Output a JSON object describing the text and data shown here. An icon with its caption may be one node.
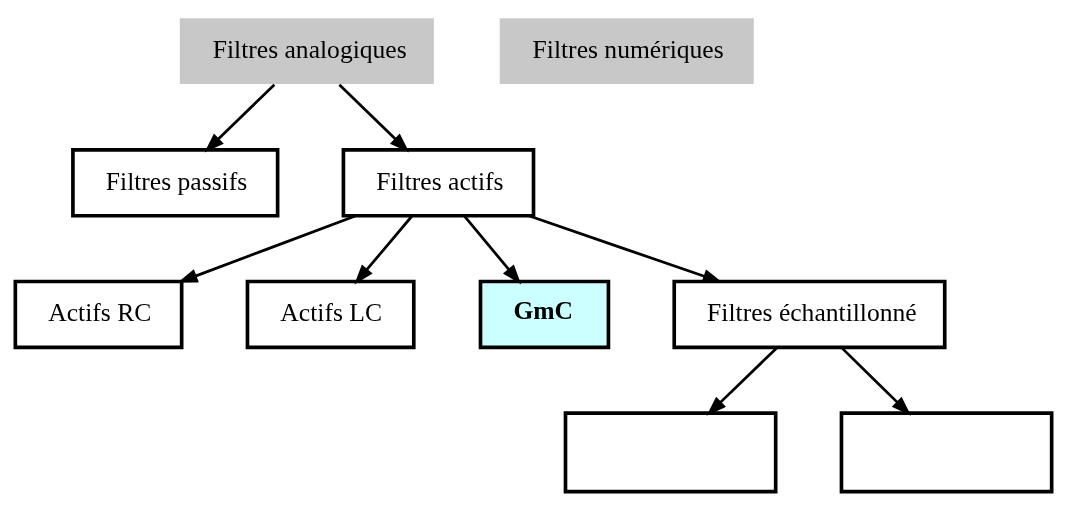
{
  "diagram": {
    "nodes": [
      {
        "text": [
          "Filtres analogiques"
        ]
      },
      {
        "text": [
          "Filtres numériques"
        ]
      },
      {
        "text": [
          "Filtres passifs"
        ]
      },
      {
        "text": [
          "Filtres actifs"
        ]
      },
      {
        "text": [
          "Actifs RC"
        ]
      },
      {
        "text": [
          "Actifs LC"
        ]
      },
      {
        "text": [
          "GmC"
        ]
      },
      {
        "text": [
          "Filtres échantillonné"
        ]
      },
      {
        "text": [],
        "shape": "box"
      },
      {
        "text": [],
        "shape": "box"
      }
    ],
    "edges": [
      {
        "from": 0,
        "to": 2,
        "arrow": "to"
      },
      {
        "from": 0,
        "to": 3,
        "arrow": "to"
      },
      {
        "from": 3,
        "to": 4,
        "arrow": "to"
      },
      {
        "from": 3,
        "to": 5,
        "arrow": "to"
      },
      {
        "from": 3,
        "to": 6,
        "arrow": "to"
      },
      {
        "from": 3,
        "to": 7,
        "arrow": "to"
      },
      {
        "from": 7,
        "to": 8,
        "arrow": "to"
      },
      {
        "from": 7,
        "to": 9,
        "arrow": "to"
      }
    ]
  }
}
